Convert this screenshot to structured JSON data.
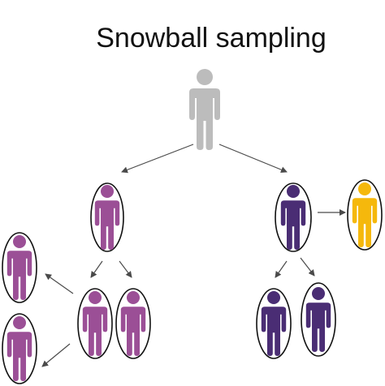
{
  "title": "Snowball sampling",
  "colors": {
    "root": "#bcbcbc",
    "pink": "#9b4f96",
    "indigo": "#4a2d74",
    "gold": "#f5b80c",
    "arrow": "#4a4a4a",
    "ellipse_stroke": "#111111"
  },
  "nodes": [
    {
      "id": "root",
      "color": "root",
      "encircled": false
    },
    {
      "id": "left-seed",
      "color": "pink",
      "encircled": true
    },
    {
      "id": "right-seed",
      "color": "indigo",
      "encircled": true
    },
    {
      "id": "gold-referral",
      "color": "gold",
      "encircled": true
    },
    {
      "id": "left-child-a",
      "color": "pink",
      "encircled": true
    },
    {
      "id": "left-child-b",
      "color": "pink",
      "encircled": true
    },
    {
      "id": "far-left-top",
      "color": "pink",
      "encircled": true
    },
    {
      "id": "far-left-bottom",
      "color": "pink",
      "encircled": true
    },
    {
      "id": "right-child-a",
      "color": "indigo",
      "encircled": true
    },
    {
      "id": "right-child-b",
      "color": "indigo",
      "encircled": true
    }
  ],
  "edges": [
    {
      "from": "root",
      "to": "left-seed"
    },
    {
      "from": "root",
      "to": "right-seed"
    },
    {
      "from": "right-seed",
      "to": "gold-referral"
    },
    {
      "from": "left-seed",
      "to": "left-child-a"
    },
    {
      "from": "left-seed",
      "to": "left-child-b"
    },
    {
      "from": "left-child-a",
      "to": "far-left-top"
    },
    {
      "from": "left-child-a",
      "to": "far-left-bottom"
    },
    {
      "from": "right-seed",
      "to": "right-child-a"
    },
    {
      "from": "right-seed",
      "to": "right-child-b"
    }
  ]
}
